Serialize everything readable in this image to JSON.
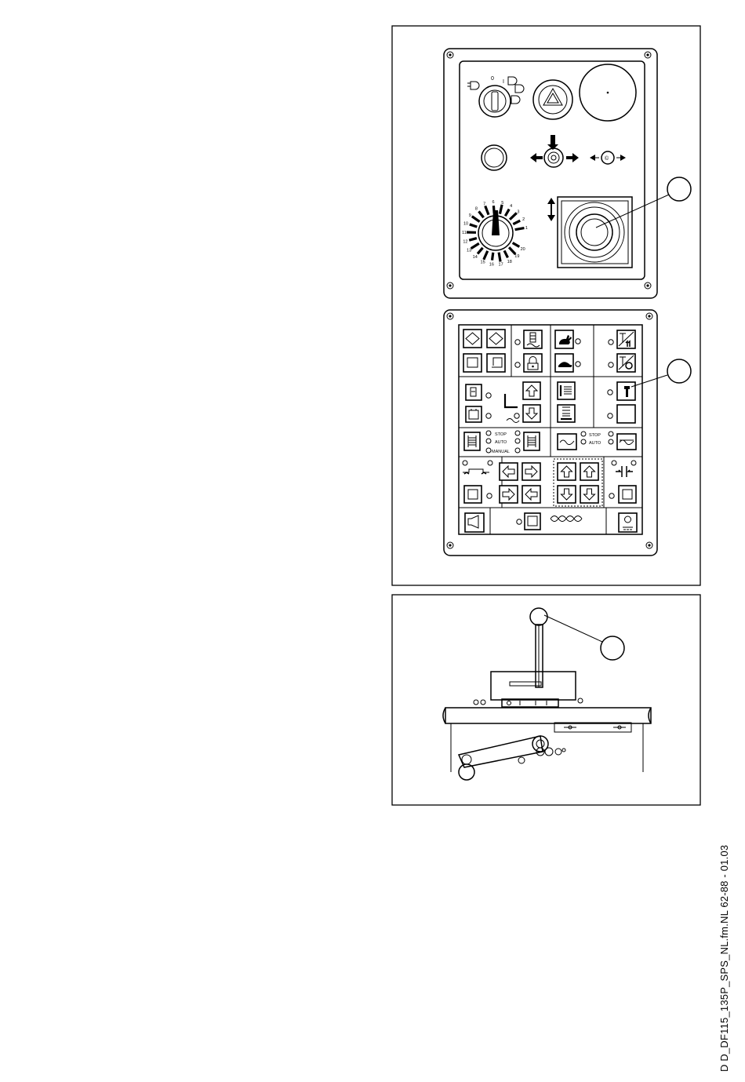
{
  "top_panel": {
    "key_switch": {
      "pos_0": "0",
      "pos_1": "I"
    },
    "speed_dial": {
      "scale": [
        "1",
        "2",
        "3",
        "4",
        "5",
        "6",
        "7",
        "8",
        "9",
        "10",
        "11",
        "12",
        "13",
        "14",
        "15",
        "16",
        "17",
        "18",
        "19",
        "20"
      ]
    }
  },
  "control_panel": {
    "mode_left": {
      "stop": "STOP",
      "auto": "AUTO",
      "manual": "MANUAL"
    },
    "mode_right": {
      "stop": "STOP",
      "auto": "AUTO"
    }
  },
  "footer": {
    "document_code": "D D_DF115_135P_SPS_NL.fm.NL 62-88 - 01.03"
  }
}
